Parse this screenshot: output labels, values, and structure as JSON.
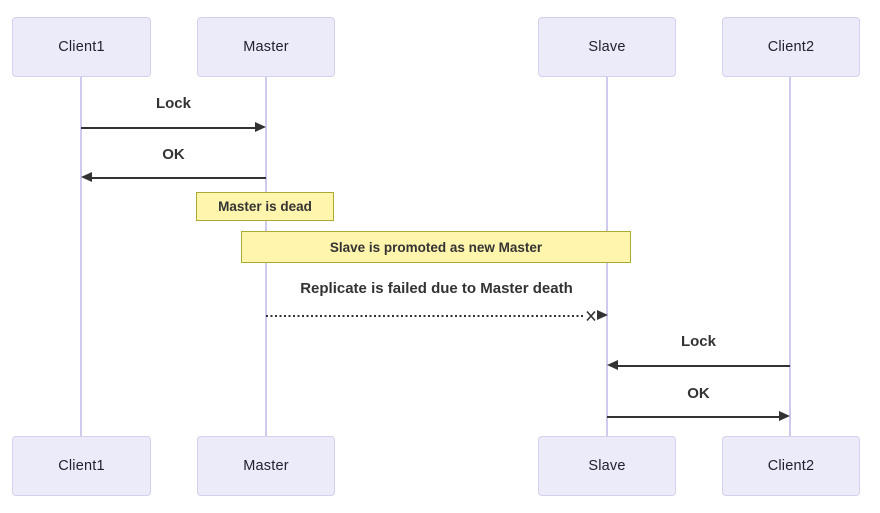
{
  "diagram": {
    "type": "sequence-diagram",
    "actors": [
      {
        "id": "client1",
        "name": "Client1"
      },
      {
        "id": "master",
        "name": "Master"
      },
      {
        "id": "slave",
        "name": "Slave"
      },
      {
        "id": "client2",
        "name": "Client2"
      }
    ],
    "messages": [
      {
        "from": "Client1",
        "to": "Master",
        "label": "Lock",
        "style": "solid-arrow"
      },
      {
        "from": "Master",
        "to": "Client1",
        "label": "OK",
        "style": "solid-arrow"
      },
      {
        "from": "Master",
        "to": "Slave",
        "label": "Replicate is failed due to Master death",
        "style": "dotted-cross-arrow"
      },
      {
        "from": "Client2",
        "to": "Slave",
        "label": "Lock",
        "style": "solid-arrow"
      },
      {
        "from": "Slave",
        "to": "Client2",
        "label": "OK",
        "style": "solid-arrow"
      }
    ],
    "notes": [
      {
        "over": [
          "Master"
        ],
        "text": "Master is dead"
      },
      {
        "over": [
          "Master",
          "Slave"
        ],
        "text": "Slave is promoted as new Master"
      }
    ],
    "colors": {
      "background": "#ffffff",
      "actor_fill": "#ebebfa",
      "actor_border": "#d5d0ee",
      "lifeline": "#cfcbec",
      "note_fill": "#fff5ad",
      "note_border": "#aaaa33",
      "arrow": "#333333",
      "text": "#333333"
    }
  }
}
